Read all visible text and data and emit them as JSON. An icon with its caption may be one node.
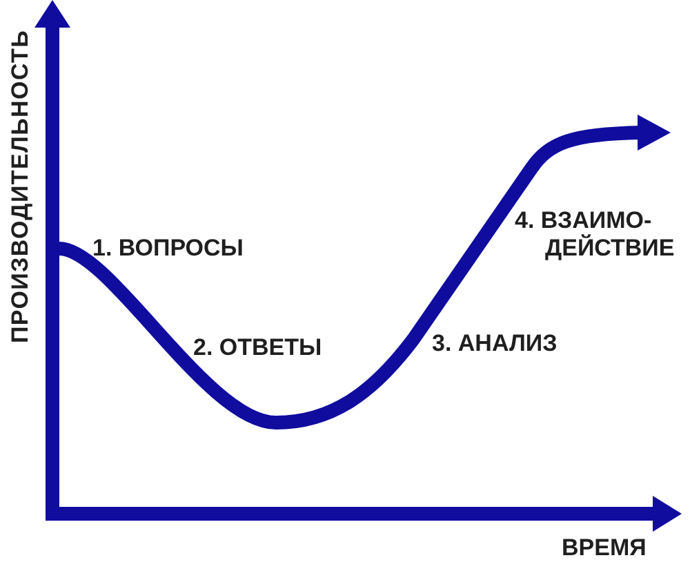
{
  "diagram": {
    "labels": [
      "ПРОИЗВОДИТЕЛЬНОСТЬ",
      "1. ВОПРОСЫ",
      "2. ОТВЕТЫ",
      "3. АНАЛИЗ",
      "4. ВЗАИМО-ДЕЙСТВИЕ",
      "ВРЕМЯ"
    ]
  }
}
